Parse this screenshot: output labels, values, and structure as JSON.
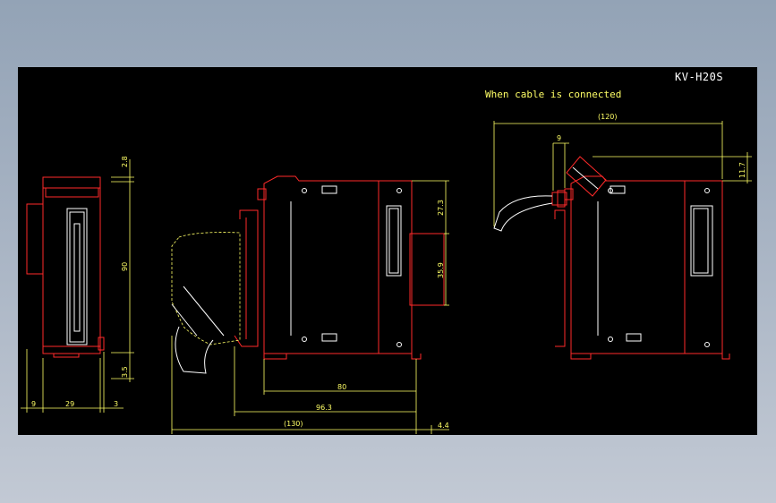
{
  "drawing": {
    "title": "KV-H20S",
    "note": "When cable is connected",
    "colors": {
      "background": "#000000",
      "outline": "#ff2a2a",
      "detail": "#ffffff",
      "dimension": "#ffff66"
    }
  },
  "dimensions": {
    "side_top": "2.8",
    "side_height": "90",
    "side_bottom": "3.5",
    "side_w1": "9",
    "side_w2": "29",
    "side_w3": "3",
    "front_upper": "27.3",
    "front_lower": "35.9",
    "depth_80": "80",
    "depth_96": "96.3",
    "depth_130": "(130)",
    "offset_44": "4.4",
    "conn_width": "(120)",
    "conn_offset": "9",
    "conn_height": "11.7"
  }
}
